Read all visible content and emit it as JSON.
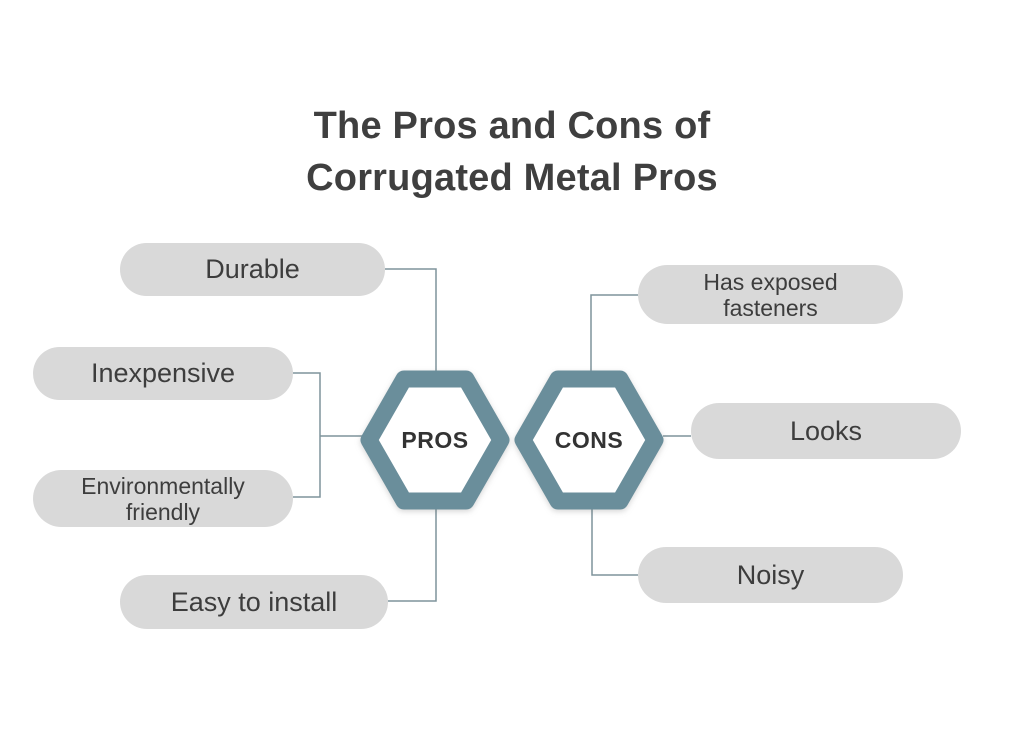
{
  "title": {
    "line1": "The Pros and Cons of",
    "line2": "Corrugated Metal Pros"
  },
  "pros": {
    "label": "PROS",
    "items": [
      {
        "label": "Durable"
      },
      {
        "label": "Inexpensive"
      },
      {
        "label": "Environmentally\nfriendly"
      },
      {
        "label": "Easy to install"
      }
    ]
  },
  "cons": {
    "label": "CONS",
    "items": [
      {
        "label": "Has exposed\nfasteners"
      },
      {
        "label": "Looks"
      },
      {
        "label": "Noisy"
      }
    ]
  },
  "colors": {
    "accent": "#6a8e9b",
    "pill": "#d9d9d9",
    "line": "#7e939b",
    "text": "#3f3f3f"
  }
}
